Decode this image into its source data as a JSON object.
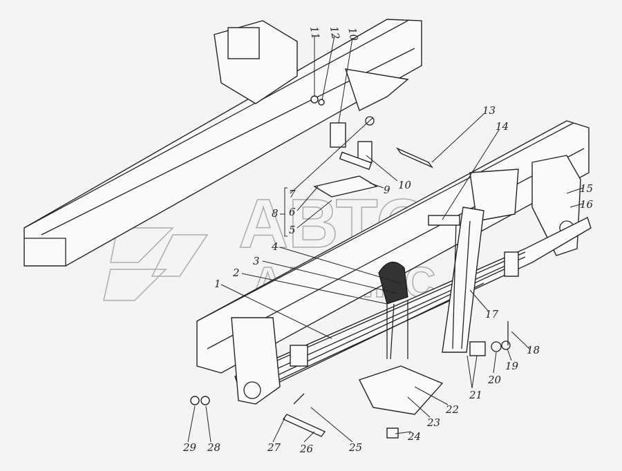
{
  "title": "Rear spring suspension exploded view",
  "watermark": {
    "line1": "АВТО",
    "line2": "АЛЬЯНС"
  },
  "callouts": [
    "1",
    "2",
    "3",
    "4",
    "5",
    "6",
    "7",
    "8",
    "9",
    "10",
    "10",
    "11",
    "12",
    "13",
    "14",
    "15",
    "16",
    "17",
    "18",
    "19",
    "20",
    "21",
    "22",
    "23",
    "24",
    "25",
    "26",
    "27",
    "28",
    "29"
  ]
}
